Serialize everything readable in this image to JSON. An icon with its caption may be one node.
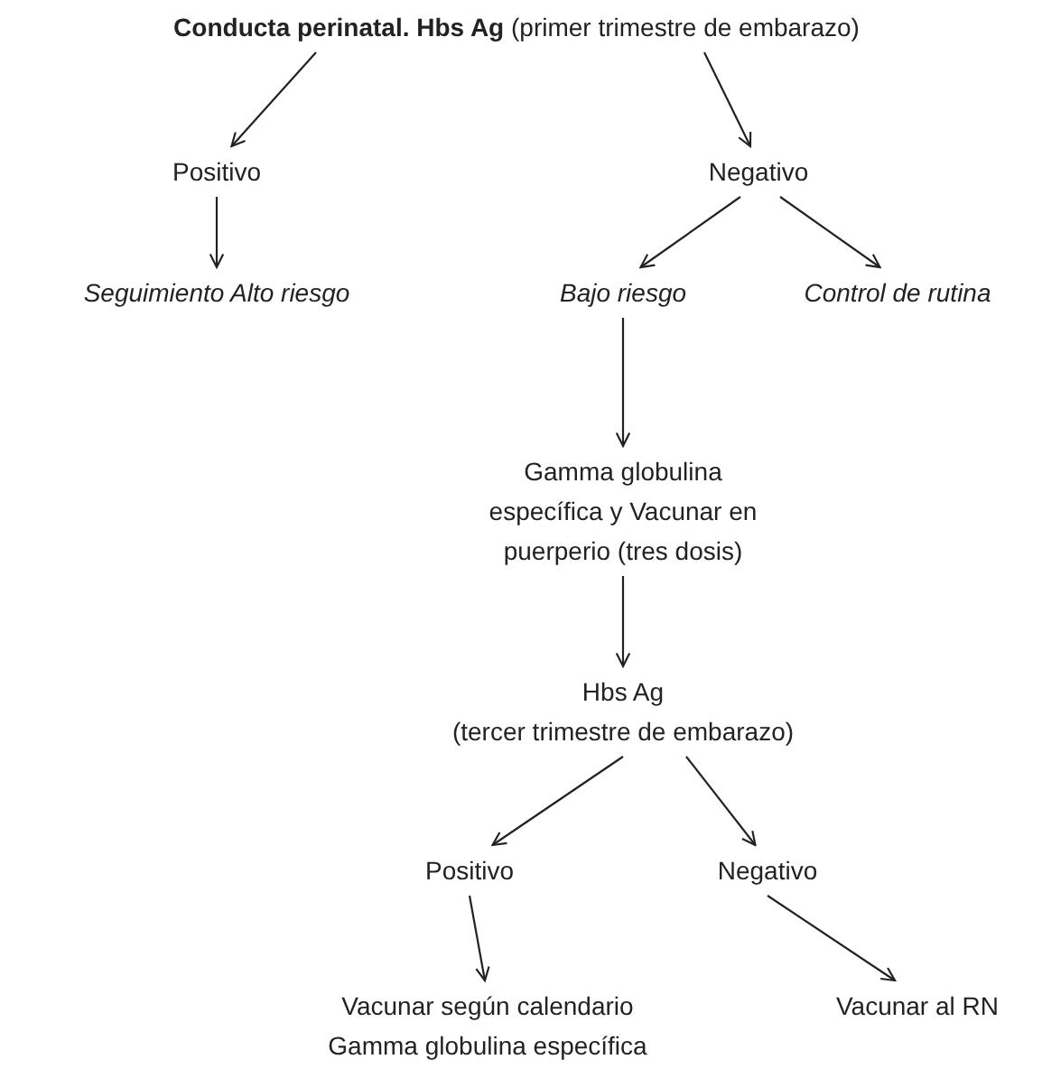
{
  "diagram": {
    "nodes": [
      {
        "text": [
          "**Conducta perinatal. Hbs Ag** (primer trimestre de embarazo)"
        ]
      },
      {
        "text": [
          "Positivo"
        ]
      },
      {
        "text": [
          "Negativo"
        ]
      },
      {
        "text": [
          "Seguimiento Alto riesgo"
        ]
      },
      {
        "text": [
          "Bajo riesgo"
        ]
      },
      {
        "text": [
          "Control de rutina"
        ]
      },
      {
        "text": [
          "Gamma globulina específica y Vacunar en puerperio (tres dosis)"
        ]
      },
      {
        "text": [
          "Hbs Ag",
          "(tercer trimestre de embarazo)"
        ]
      },
      {
        "text": [
          "Positivo"
        ]
      },
      {
        "text": [
          "Negativo"
        ]
      },
      {
        "text": [
          "Vacunar según calendario Gamma globulina específica"
        ]
      },
      {
        "text": [
          "Vacunar al RN"
        ]
      }
    ],
    "edges": [
      {
        "from": 0,
        "to": 1,
        "arrow": "to"
      },
      {
        "from": 0,
        "to": 2,
        "arrow": "to"
      },
      {
        "from": 1,
        "to": 3,
        "arrow": "to"
      },
      {
        "from": 2,
        "to": 4,
        "arrow": "to"
      },
      {
        "from": 2,
        "to": 5,
        "arrow": "to"
      },
      {
        "from": 4,
        "to": 6,
        "arrow": "to"
      },
      {
        "from": 6,
        "to": 7,
        "arrow": "to"
      },
      {
        "from": 7,
        "to": 8,
        "arrow": "to"
      },
      {
        "from": 7,
        "to": 9,
        "arrow": "to"
      },
      {
        "from": 8,
        "to": 10,
        "arrow": "to"
      },
      {
        "from": 9,
        "to": 11,
        "arrow": "to"
      }
    ]
  }
}
